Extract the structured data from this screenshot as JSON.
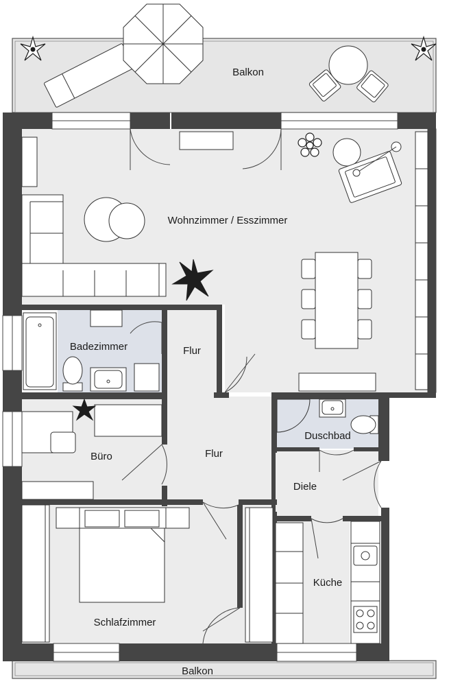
{
  "plan": {
    "rooms": {
      "balcony_top": "Balkon",
      "living": "Wohnzimmer / Esszimmer",
      "bathroom": "Badezimmer",
      "hall_small": "Flur",
      "office": "Büro",
      "hall": "Flur",
      "shower": "Duschbad",
      "entrance": "Diele",
      "kitchen": "Küche",
      "bedroom": "Schlafzimmer",
      "balcony_bottom": "Balkon"
    },
    "colors": {
      "wall": "#454545",
      "floor": "#ececec",
      "wet_room": "#dde1e9",
      "furniture": "#ffffff",
      "outline": "#333333",
      "plant": "#1e1e1e"
    }
  }
}
